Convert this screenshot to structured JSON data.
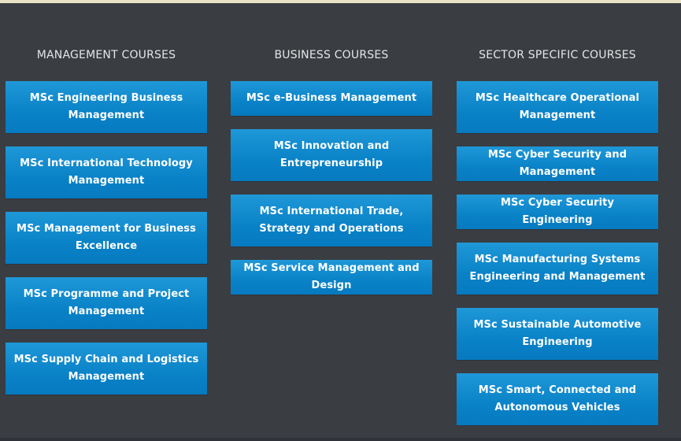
{
  "columns": {
    "management": {
      "heading": "MANAGEMENT COURSES",
      "items": [
        "MSc Engineering Business Management",
        "MSc International Technology Management",
        "MSc Management for Business Excellence",
        "MSc Programme and Project Management",
        "MSc Supply Chain and Logistics Management"
      ]
    },
    "business": {
      "heading": "BUSINESS COURSES",
      "items": [
        "MSc e-Business Management",
        "MSc Innovation and Entrepreneurship",
        "MSc International Trade, Strategy and Operations",
        "MSc Service Management and Design"
      ]
    },
    "sector": {
      "heading": "SECTOR SPECIFIC COURSES",
      "items": [
        "MSc Healthcare Operational Management",
        "MSc Cyber Security and Management",
        "MSc Cyber Security Engineering",
        "MSc Manufacturing Systems Engineering and Management",
        "MSc Sustainable Automotive Engineering",
        "MSc Smart, Connected and Autonomous Vehicles"
      ]
    }
  },
  "colors": {
    "background": "#3a3d42",
    "card": "#0a82c7",
    "heading_text": "#e6e6e6",
    "card_text": "#ffffff"
  }
}
